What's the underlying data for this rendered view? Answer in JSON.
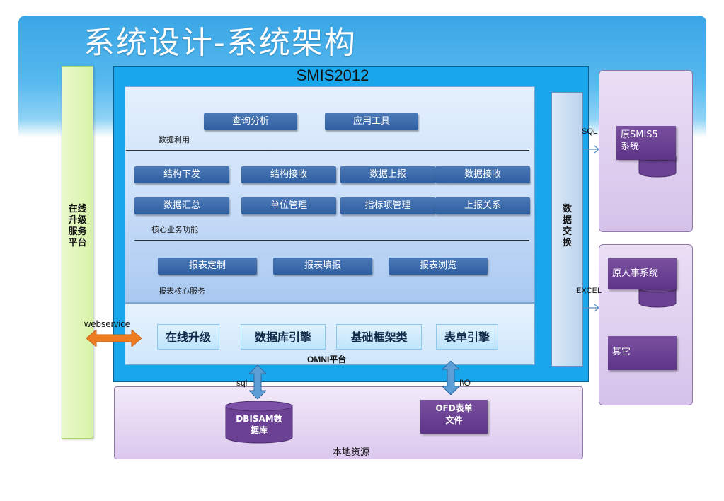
{
  "title": "系统设计-系统架构",
  "left_platform": {
    "lines": [
      "在线",
      "升级",
      "服务",
      "平台"
    ]
  },
  "main": {
    "title": "SMIS2012",
    "data_use": {
      "label": "数据利用",
      "buttons": [
        "查询分析",
        "应用工具"
      ]
    },
    "core": {
      "label": "核心业务功能",
      "row1": [
        "结构下发",
        "结构接收",
        "数据上报",
        "数据接收"
      ],
      "row2": [
        "数据汇总",
        "单位管理",
        "指标项管理",
        "上报关系"
      ]
    },
    "report": {
      "label": "报表核心服务",
      "buttons": [
        "报表定制",
        "报表填报",
        "报表浏览"
      ]
    },
    "omni": {
      "label": "OMNI平台",
      "boxes": [
        "在线升级",
        "数据库引擎",
        "基础框架类",
        "表单引擎"
      ]
    }
  },
  "exchange": {
    "lines": [
      "数",
      "据",
      "交",
      "换"
    ]
  },
  "webservice": "webservice",
  "connectors": {
    "sql_top": "SQL",
    "excel": "EXCEL",
    "sql_bottom": "sql",
    "io": "I\\O"
  },
  "local": {
    "label": "本地资源",
    "db": "DBISAM数\n据库",
    "ofd": "OFD表单\n文件"
  },
  "external": {
    "smis5": "原SMIS5\n系统",
    "hr": "原人事系统",
    "other": "其它"
  },
  "colors": {
    "banner": "#3aa6e6",
    "frame": "#1aa6ea",
    "button": "#3a6aab",
    "purple": "#6a4193",
    "green": "#dff5b8",
    "arrow": "#ee7d22"
  }
}
